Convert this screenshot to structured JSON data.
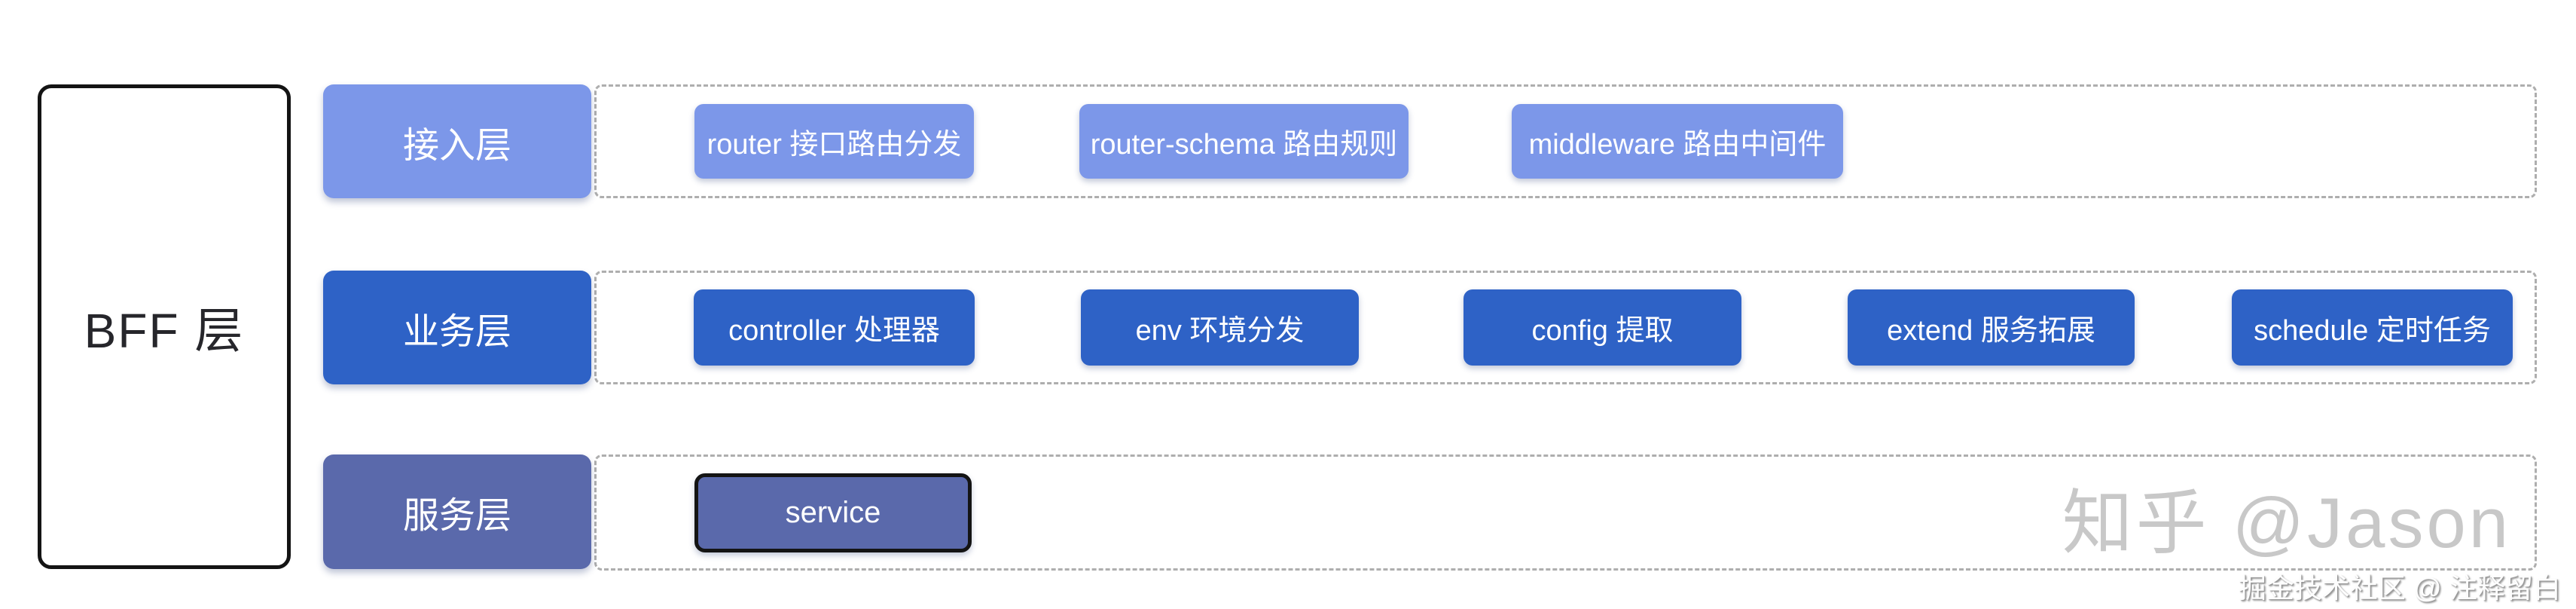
{
  "diagram": {
    "title": "BFF 层",
    "rows": [
      {
        "label": "接入层",
        "items": [
          "router 接口路由分发",
          "router-schema 路由规则",
          "middleware 路由中间件"
        ]
      },
      {
        "label": "业务层",
        "items": [
          "controller 处理器",
          "env 环境分发",
          "config 提取",
          "extend 服务拓展",
          "schedule 定时任务"
        ]
      },
      {
        "label": "服务层",
        "items": [
          "service"
        ]
      }
    ]
  },
  "watermarks": {
    "zhihu": "知乎 @Jason",
    "juejin": "掘金技术社区 @ 注释留白"
  },
  "colors": {
    "access_blue": "#7c97e9",
    "business_blue": "#2e62c6",
    "service_indigo": "#5a69ab",
    "dashed_border": "#aeaeae",
    "outline_black": "#141414",
    "watermark_gray": "#c8c8c8"
  }
}
